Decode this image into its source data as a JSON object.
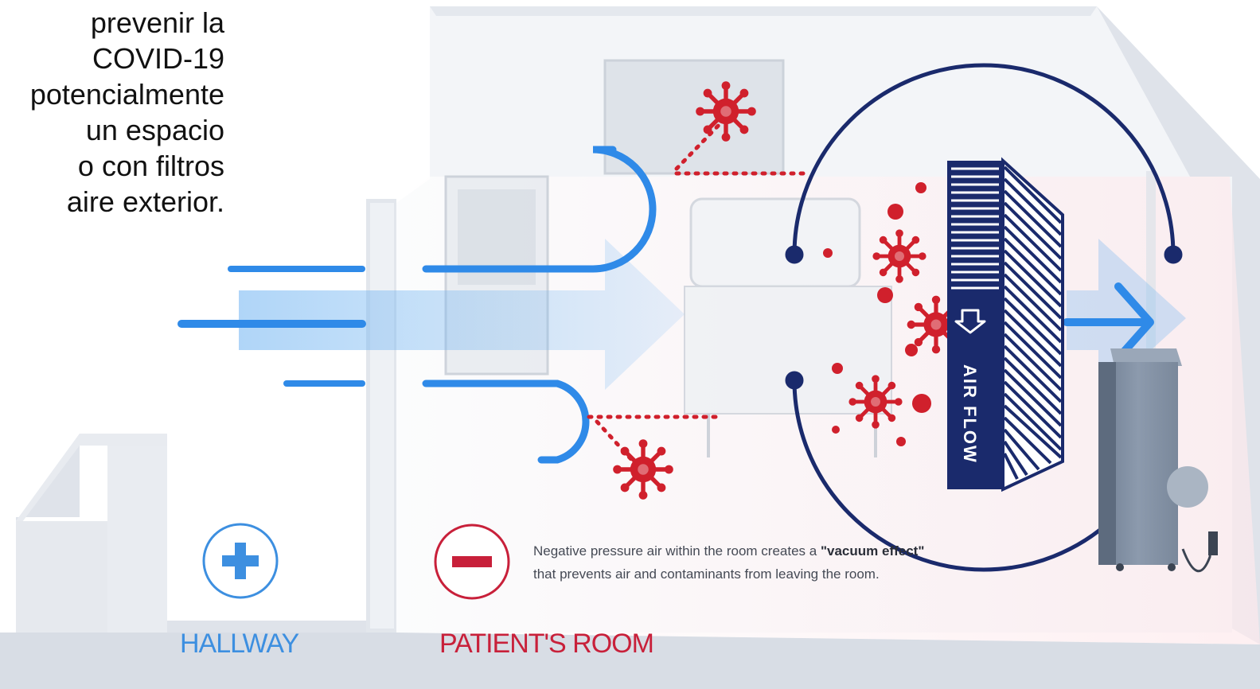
{
  "intro": {
    "lines": [
      "prevenir la",
      "COVID-19",
      "potencialmente",
      "un espacio",
      "o con filtros",
      "aire exterior."
    ]
  },
  "labels": {
    "hallway": "HALLWAY",
    "patients_room": "PATIENT'S ROOM",
    "air_flow": "AIR FLOW"
  },
  "caption": {
    "part1": "Negative pressure air within the room creates a ",
    "emphasis": "\"vacuum effect\"",
    "part2": "that prevents air and contaminants from leaving the room."
  },
  "icons": {
    "hallway_sign": "plus-icon",
    "room_sign": "minus-icon",
    "filter_arrow": "arrow-up-icon",
    "contaminant": "virus-icon"
  },
  "colors": {
    "hallway": "#3d8fe0",
    "patient_room": "#c8203a",
    "filter": "#1a2a6c",
    "airflow": "#2f8ae8",
    "virus": "#d0202c"
  }
}
